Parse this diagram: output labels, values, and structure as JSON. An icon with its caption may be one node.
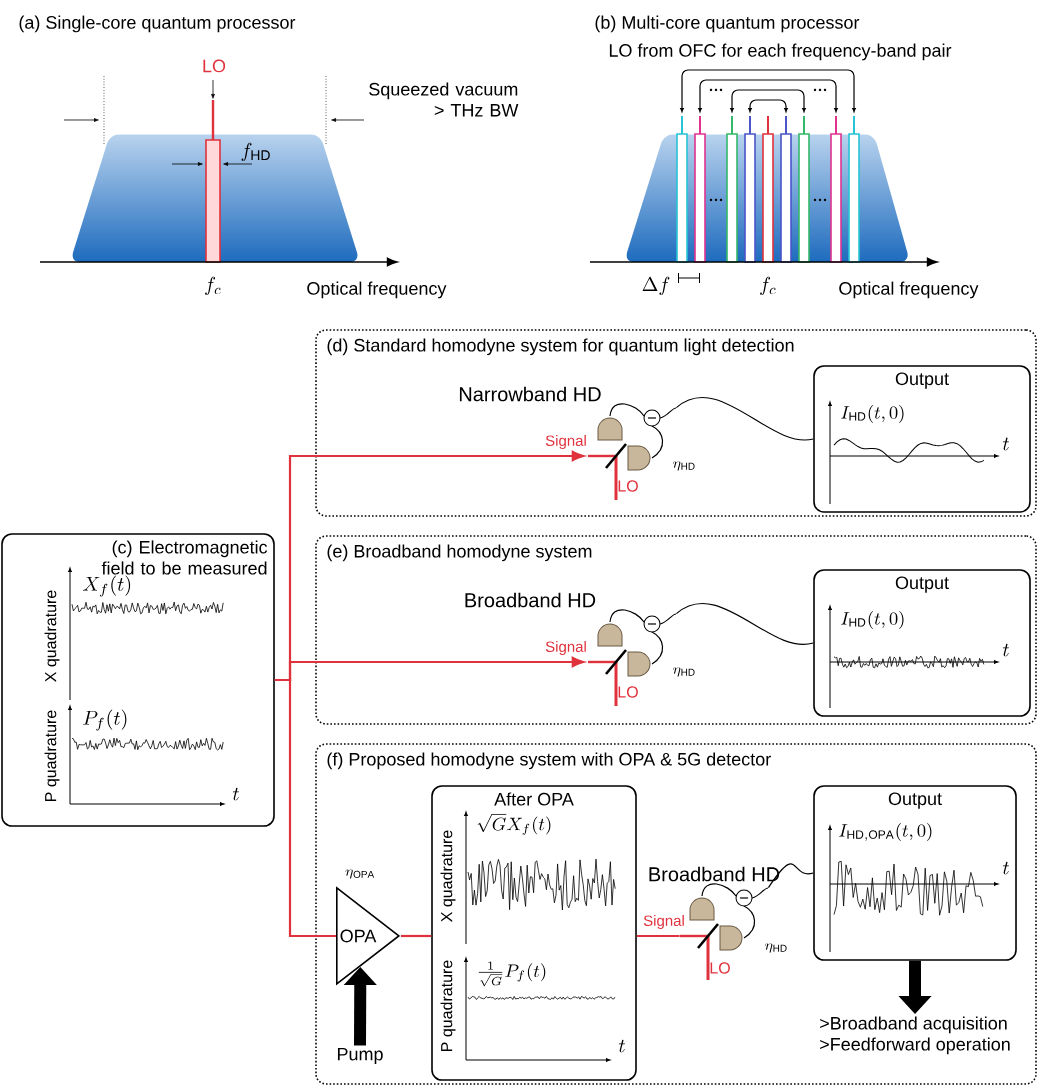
{
  "diagram": {
    "nodes": [
      {
        "text": [
          "(c) Electromagnetic field to be measured"
        ]
      },
      {
        "text": [
          "(d) Standard homodyne system for quantum light detection"
        ]
      },
      {
        "text": [
          "Narrowband HD"
        ],
        "in": 1
      },
      {
        "text": [
          "Output"
        ],
        "in": 1
      },
      {
        "text": [
          "(e) Broadband homodyne system"
        ]
      },
      {
        "text": [
          "Broadband HD"
        ],
        "in": 4
      },
      {
        "text": [
          "Output"
        ],
        "in": 4
      },
      {
        "text": [
          "(f) Proposed homodyne system with OPA & 5G detector"
        ]
      },
      {
        "text": [
          "OPA"
        ],
        "in": 7,
        "beside": [
          "\\eta_{\\mathrm{OPA}}"
        ]
      },
      {
        "text": [
          "After OPA"
        ],
        "in": 7
      },
      {
        "text": [
          "Broadband HD"
        ],
        "in": 7
      },
      {
        "text": [
          "Output"
        ],
        "in": 7
      },
      {
        "text": [
          "Pump"
        ],
        "in": 7
      },
      {
        "text": [
          ">Broadband acquisition",
          ">Feedforward operation"
        ],
        "in": 7
      }
    ],
    "edges": [
      {
        "from": 0,
        "to": 2,
        "arrow": "to",
        "label": "Signal",
        "color": "#e0323c"
      },
      {
        "from": 0,
        "to": 5,
        "arrow": "to",
        "label": "Signal",
        "color": "#e0323c"
      },
      {
        "from": 0,
        "to": 8,
        "arrow": "none",
        "color": "#e0323c"
      },
      {
        "from": 8,
        "to": 9,
        "arrow": "none",
        "color": "#e0323c"
      },
      {
        "from": 9,
        "to": 10,
        "arrow": "none",
        "label": "Signal",
        "color": "#e0323c"
      },
      {
        "from": 2,
        "to": 3,
        "arrow": "none",
        "color": "#000000"
      },
      {
        "from": 5,
        "to": 6,
        "arrow": "none",
        "color": "#000000"
      },
      {
        "from": 10,
        "to": 11,
        "arrow": "none",
        "color": "#000000"
      },
      {
        "from": 12,
        "to": 8,
        "arrow": "to",
        "style": "thick",
        "color": "#000000"
      },
      {
        "from": 11,
        "to": 13,
        "arrow": "to",
        "style": "thick",
        "color": "#000000"
      }
    ],
    "labels": [
      "(a) Single-core quantum processor",
      "LO",
      "Squeezed vacuum > THz BW",
      "f_{\\mathrm{HD}}",
      "f_c",
      "Optical frequency",
      "(b) Multi-core quantum processor",
      "LO from OFC for each frequency-band pair",
      "\\Delta f",
      "f_c",
      "Optical frequency",
      "X quadrature",
      "X_f(t)",
      "P quadrature",
      "P_f(t)",
      "t",
      "LO",
      "\\eta_{\\mathrm{HD}}",
      "I_{\\mathrm{HD}}(t,0)",
      "t",
      "LO",
      "\\eta_{\\mathrm{HD}}",
      "I_{\\mathrm{HD}}(t,0)",
      "t",
      "X quadrature",
      "\\sqrt{G}X_f(t)",
      "P quadrature",
      "\\frac{1}{\\sqrt{G}}P_f(t)",
      "t",
      "LO",
      "\\eta_{\\mathrm{HD}}",
      "I_{\\mathrm{HD,OPA}}(t,0)",
      "t"
    ]
  }
}
